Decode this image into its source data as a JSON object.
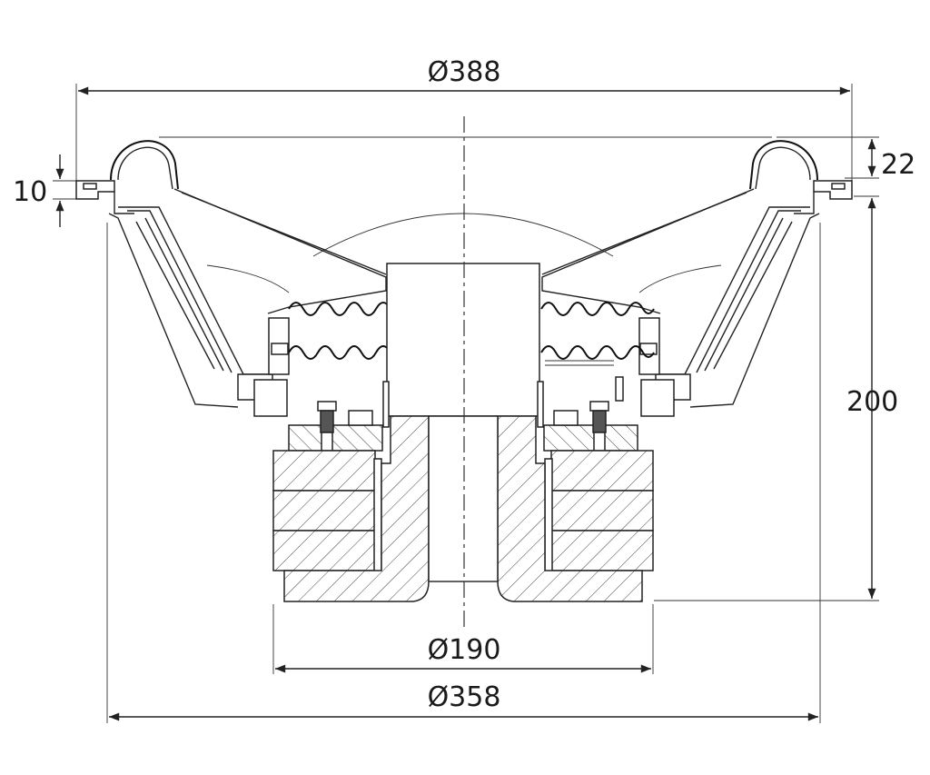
{
  "dimensions": {
    "outer_diameter": "Ø388",
    "frame_diameter": "Ø358",
    "magnet_diameter": "Ø190",
    "total_depth": "200",
    "mounting_height": "22",
    "flange_thickness": "10"
  },
  "colors": {
    "line": "#222222",
    "background": "#ffffff"
  }
}
